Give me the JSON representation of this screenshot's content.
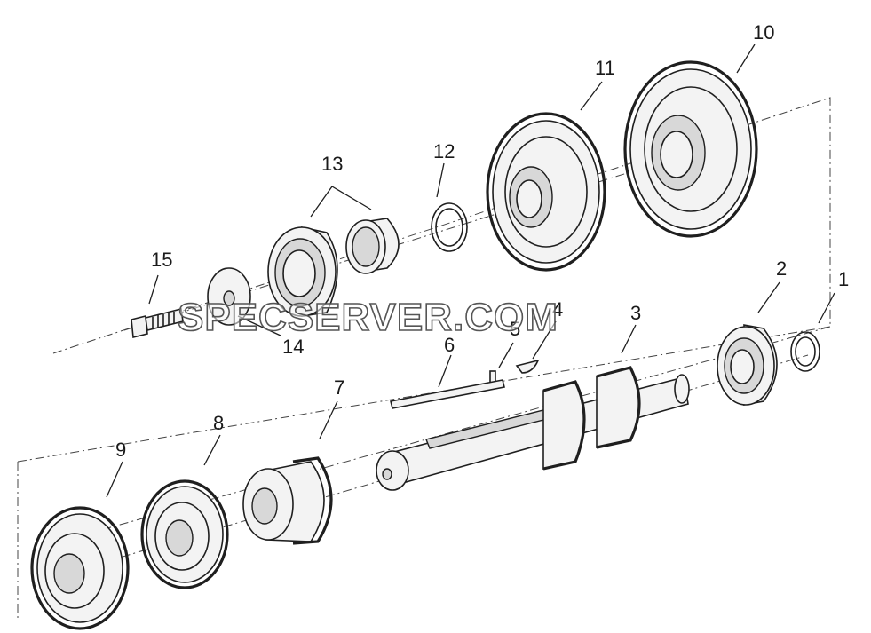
{
  "diagram": {
    "part_numbers": [
      "1",
      "2",
      "3",
      "4",
      "5",
      "6",
      "7",
      "8",
      "9",
      "10",
      "11",
      "12",
      "13",
      "14",
      "15"
    ],
    "watermark": "SPECSERVER.COM"
  },
  "icons": [
    "gear-icon",
    "bearing-icon",
    "shaft-icon",
    "snap-ring-icon",
    "bolt-icon",
    "washer-icon",
    "key-icon",
    "pin-icon"
  ]
}
